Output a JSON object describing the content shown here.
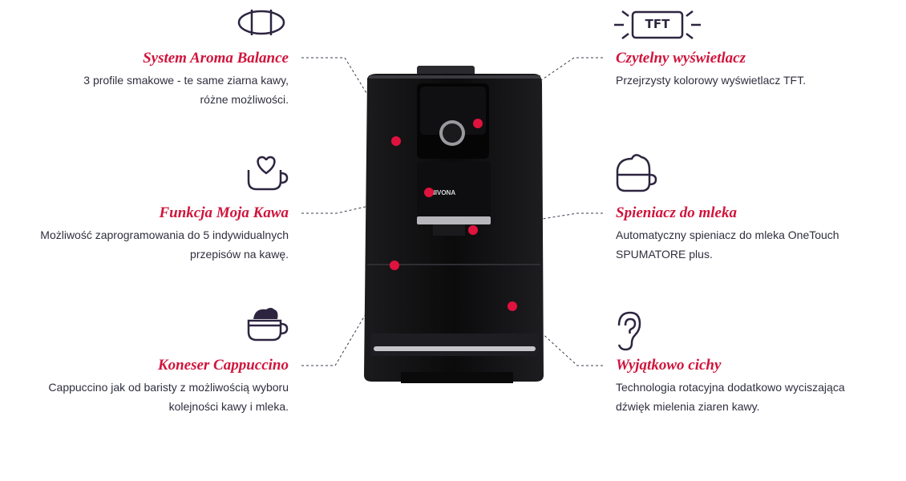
{
  "brand": "NIVONA",
  "features": [
    {
      "id": "aroma",
      "title": "System Aroma Balance",
      "desc_line1": "3 profile smakowe - te same ziarna kawy,",
      "desc_line2": "różne możliwości.",
      "icon": "aroma-balance-icon"
    },
    {
      "id": "moja",
      "title": "Funkcja Moja Kawa",
      "desc_line1": "Możliwość zaprogramowania do 5 indywidualnych",
      "desc_line2": "przepisów na kawę.",
      "icon": "heart-cup-icon"
    },
    {
      "id": "cappuccino",
      "title": "Koneser Cappuccino",
      "desc_line1": "Cappuccino jak od baristy z możliwością wyboru",
      "desc_line2": "kolejności kawy i mleka.",
      "icon": "cappuccino-cup-icon"
    },
    {
      "id": "tft",
      "title": "Czytelny wyświetlacz",
      "desc_line1": "Przejrzysty kolorowy wyświetlacz TFT.",
      "desc_line2": "",
      "icon": "tft-display-icon",
      "icon_text": "TFT"
    },
    {
      "id": "spieniacz",
      "title": "Spieniacz do mleka",
      "desc_line1": "Automatyczny spieniacz do mleka OneTouch",
      "desc_line2": "SPUMATORE plus.",
      "icon": "milk-foam-cup-icon"
    },
    {
      "id": "cichy",
      "title": "Wyjątkowo cichy",
      "desc_line1": "Technologia rotacyjna dodatkowo wyciszająca",
      "desc_line2": "dźwięk mielenia ziaren kawy.",
      "icon": "ear-icon"
    }
  ],
  "colors": {
    "accent": "#d0143c",
    "icon": "#2d2540",
    "machine": "#121214"
  }
}
